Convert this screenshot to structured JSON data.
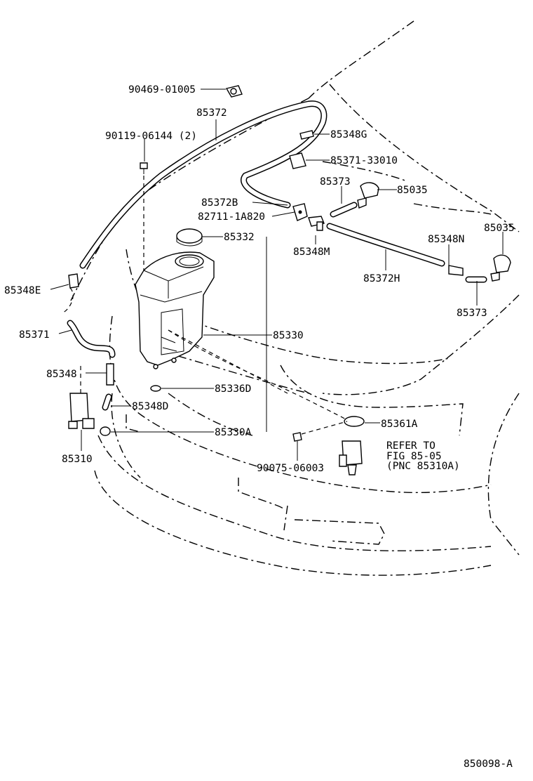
{
  "diagram_code": "850098-A",
  "labels": {
    "l_90469": "90469-01005",
    "l_85372": "85372",
    "l_90119": "90119-06144 (2)",
    "l_85348G": "85348G",
    "l_85371_33010": "85371-33010",
    "l_85373_top": "85373",
    "l_85035_a": "85035",
    "l_85372B": "85372B",
    "l_82711": "82711-1A820",
    "l_85035_b": "85035",
    "l_85332": "85332",
    "l_85348N": "85348N",
    "l_85348M": "85348M",
    "l_85372H": "85372H",
    "l_85348E": "85348E",
    "l_85373_b": "85373",
    "l_85371": "85371",
    "l_85330": "85330",
    "l_85348": "85348",
    "l_85336D": "85336D",
    "l_85348D": "85348D",
    "l_85361A": "85361A",
    "l_85330A": "85330A",
    "l_85310": "85310",
    "l_90075": "90075-06003",
    "refer_1": "REFER TO",
    "refer_2": "FIG 85-05",
    "refer_3": "(PNC 85310A)"
  }
}
